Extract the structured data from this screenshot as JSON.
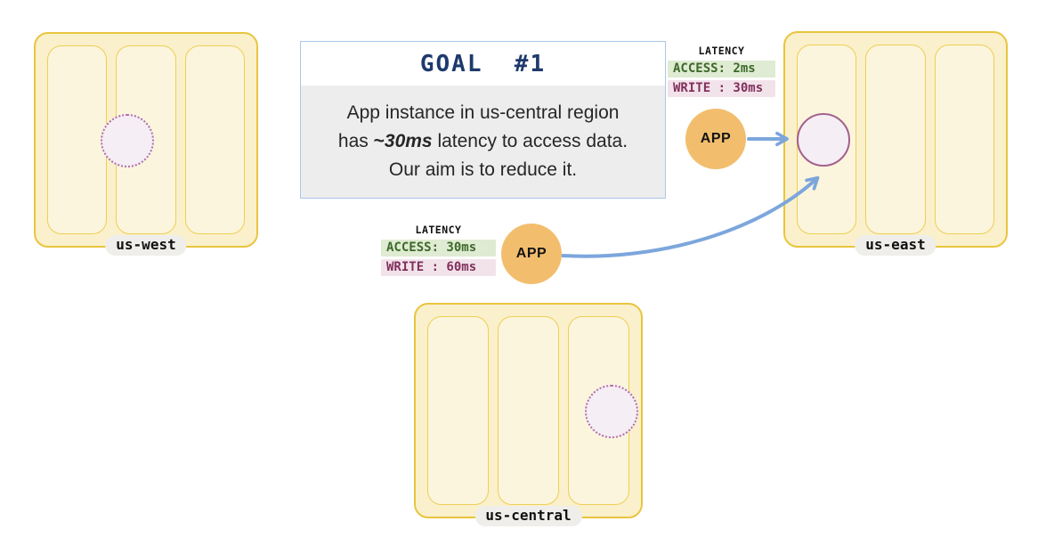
{
  "regions": [
    {
      "label": "us-west"
    },
    {
      "label": "us-east"
    },
    {
      "label": "us-central"
    }
  ],
  "goal": {
    "title": "GOAL  #1",
    "line1": "App instance in us-central region",
    "line2_pre": "has ",
    "line2_tilde": "~",
    "line2_value": "30ms",
    "line2_post": " latency to access data.",
    "line3": "Our aim is to reduce it."
  },
  "latency_east": {
    "title": "LATENCY",
    "access": "ACCESS: 2ms",
    "write": "WRITE : 30ms"
  },
  "latency_central": {
    "title": "LATENCY",
    "access": "ACCESS: 30ms",
    "write": "WRITE : 60ms"
  },
  "app_east_label": "APP",
  "app_central_label": "APP",
  "colors": {
    "region_fill": "#FAF0CB",
    "region_border": "#E9C53F",
    "zone_fill": "#FCF5DD",
    "zone_border": "#EDCF55",
    "arrow_blue": "#7CA6DC",
    "app_orange": "#F2BE6E",
    "data_circle_fill": "#F5EEF5",
    "data_circle_border": "#A3618C",
    "dotted_circle_border": "#B26FA5",
    "access_badge_bg": "#DFEBD2",
    "access_badge_text": "#3D692B",
    "write_badge_bg": "#F2E3EB",
    "write_badge_text": "#81305B",
    "goal_title_navy": "#1E3A6C",
    "goal_border_blue": "#A9C7E8",
    "goal_body_bg": "#EDEDED",
    "label_pill_bg": "#EFEEEB"
  }
}
